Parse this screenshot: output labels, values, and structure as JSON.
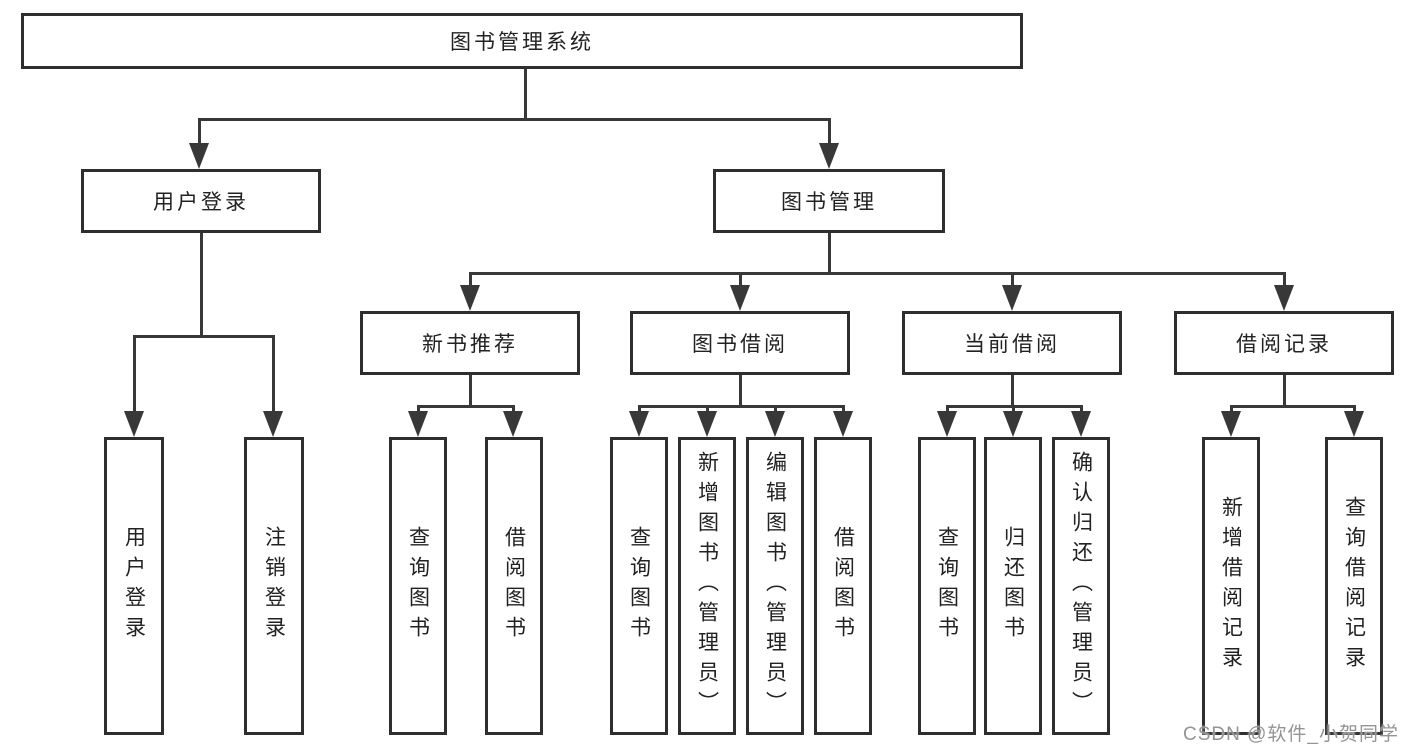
{
  "colors": {
    "line": "#383838",
    "box_border": "#2e2e2e",
    "text": "#222222",
    "background": "#ffffff",
    "watermark": "#949494"
  },
  "nodes": {
    "root": "图书管理系统",
    "level2": [
      "用户登录",
      "图书管理"
    ],
    "level3": [
      "新书推荐",
      "图书借阅",
      "当前借阅",
      "借阅记录"
    ]
  },
  "leaves": [
    "用户登录",
    "注销登录",
    "查询图书",
    "借阅图书",
    "查询图书",
    "新增图书（管理员）",
    "编辑图书（管理员）",
    "借阅图书",
    "查询图书",
    "归还图书",
    "确认归还（管理员）",
    "新增借阅记录",
    "查询借阅记录"
  ],
  "hierarchy": {
    "图书管理系统": {
      "用户登录": [
        "用户登录",
        "注销登录"
      ],
      "图书管理": {
        "新书推荐": [
          "查询图书",
          "借阅图书"
        ],
        "图书借阅": [
          "查询图书",
          "新增图书（管理员）",
          "编辑图书（管理员）",
          "借阅图书"
        ],
        "当前借阅": [
          "查询图书",
          "归还图书",
          "确认归还（管理员）"
        ],
        "借阅记录": [
          "新增借阅记录",
          "查询借阅记录"
        ]
      }
    }
  },
  "watermark": "CSDN @软件_小贺同学"
}
